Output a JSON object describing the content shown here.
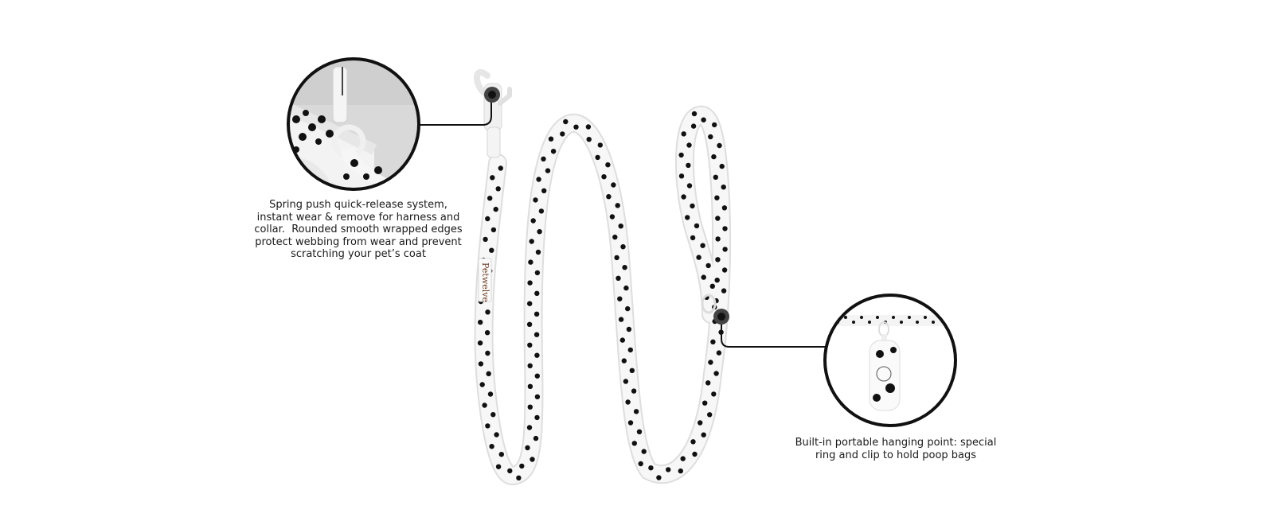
{
  "brand": {
    "tag_text": "Petwelve"
  },
  "callouts": {
    "left": {
      "image": "quick-release-clip-closeup",
      "lines": [
        "Spring push quick-release system,",
        "instant wear & remove for harness and",
        "collar.  Rounded smooth wrapped edges",
        "protect webbing from wear and prevent",
        "scratching your pet’s coat"
      ]
    },
    "right": {
      "image": "poop-bag-holder-closeup",
      "lines": [
        "Built-in portable hanging point: special",
        "ring and clip to hold poop bags"
      ]
    }
  },
  "colors": {
    "ink": "#111111",
    "webbing": "#f4f4f4",
    "clip": "#f2f2f2",
    "marker": "#333333",
    "tag_text": "#6b3b22"
  }
}
